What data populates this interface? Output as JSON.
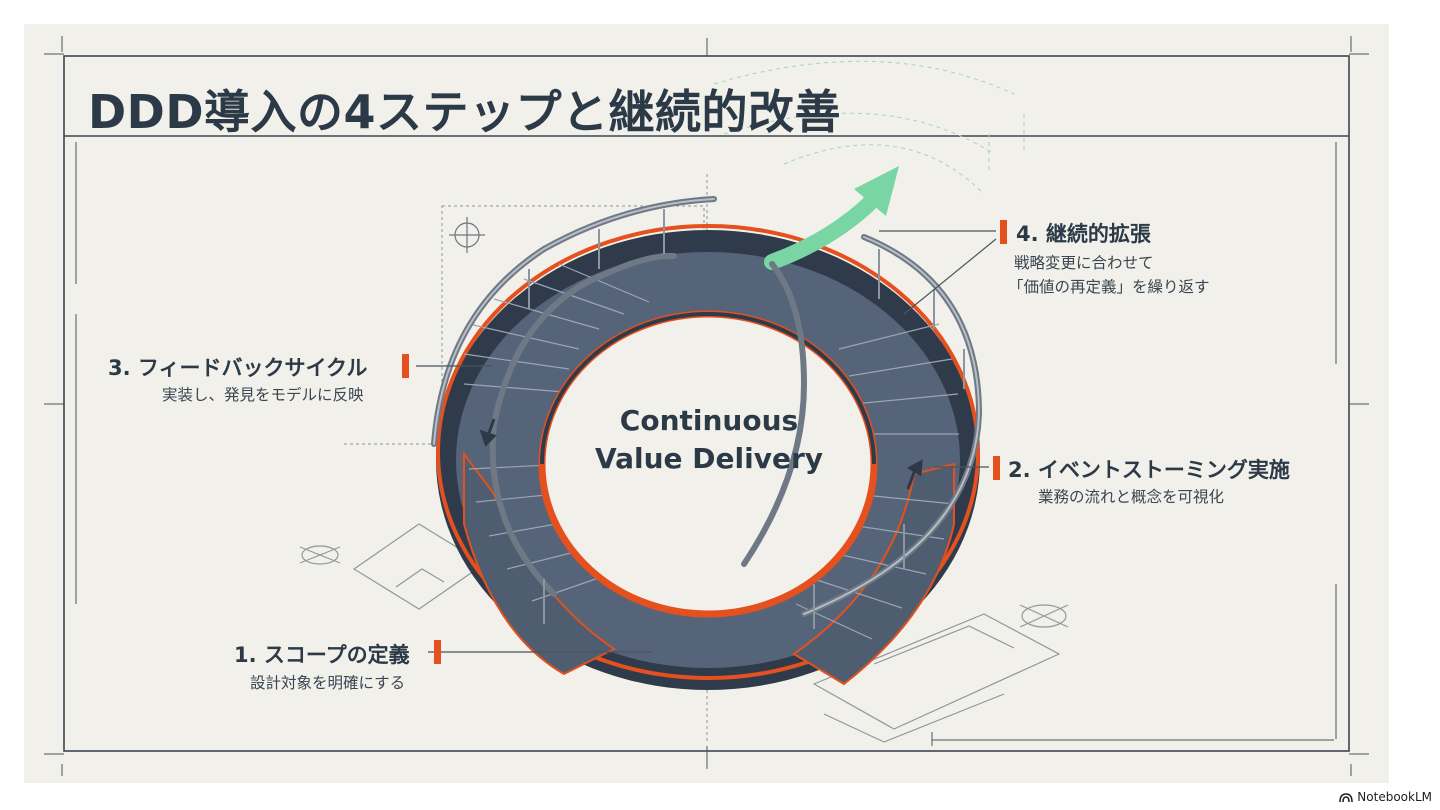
{
  "title": "DDD導入の4ステップと継続的改善",
  "center": {
    "line1": "Continuous",
    "line2": "Value Delivery"
  },
  "steps": [
    {
      "label": "1. スコープの定義",
      "desc": "設計対象を明確にする"
    },
    {
      "label": "2. イベントストーミング実施",
      "desc": "業務の流れと概念を可視化"
    },
    {
      "label": "3. フィードバックサイクル",
      "desc": "実装し、発見をモデルに反映"
    },
    {
      "label": "4. 継続的拡張",
      "desc_line1": "戦略変更に合わせて",
      "desc_line2": "「価値の再定義」を繰り返す"
    }
  ],
  "brand": "NotebookLM",
  "colors": {
    "background": "#f1f0ea",
    "ink": "#2c3a48",
    "accent_orange": "#e4501e",
    "step_blue": "#4f5d70",
    "arrow_green": "#79d6a4"
  },
  "icons": [
    "upward-arrow-icon",
    "notebooklm-logo-icon"
  ]
}
